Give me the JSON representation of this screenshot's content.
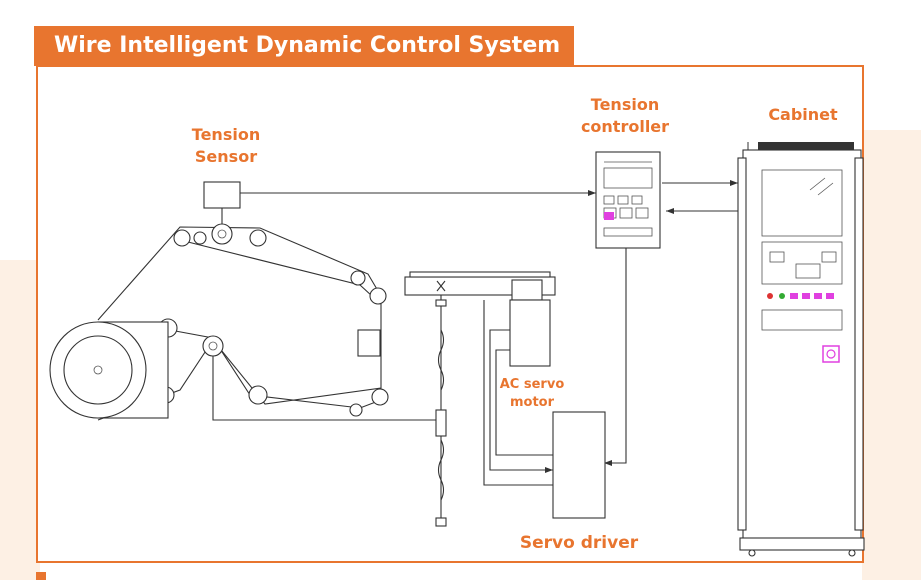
{
  "title": "Wire Intelligent Dynamic Control System",
  "labels": {
    "tension_sensor_line1": "Tension",
    "tension_sensor_line2": "Sensor",
    "tension_controller_line1": "Tension",
    "tension_controller_line2": "controller",
    "cabinet": "Cabinet",
    "ac_servo_line1": "AC servo",
    "ac_servo_line2": "motor",
    "servo_driver": "Servo driver"
  },
  "colors": {
    "accent": "#e8752f",
    "background_tint": "#fdf0e4",
    "panel_magenta": "#e040e0"
  }
}
